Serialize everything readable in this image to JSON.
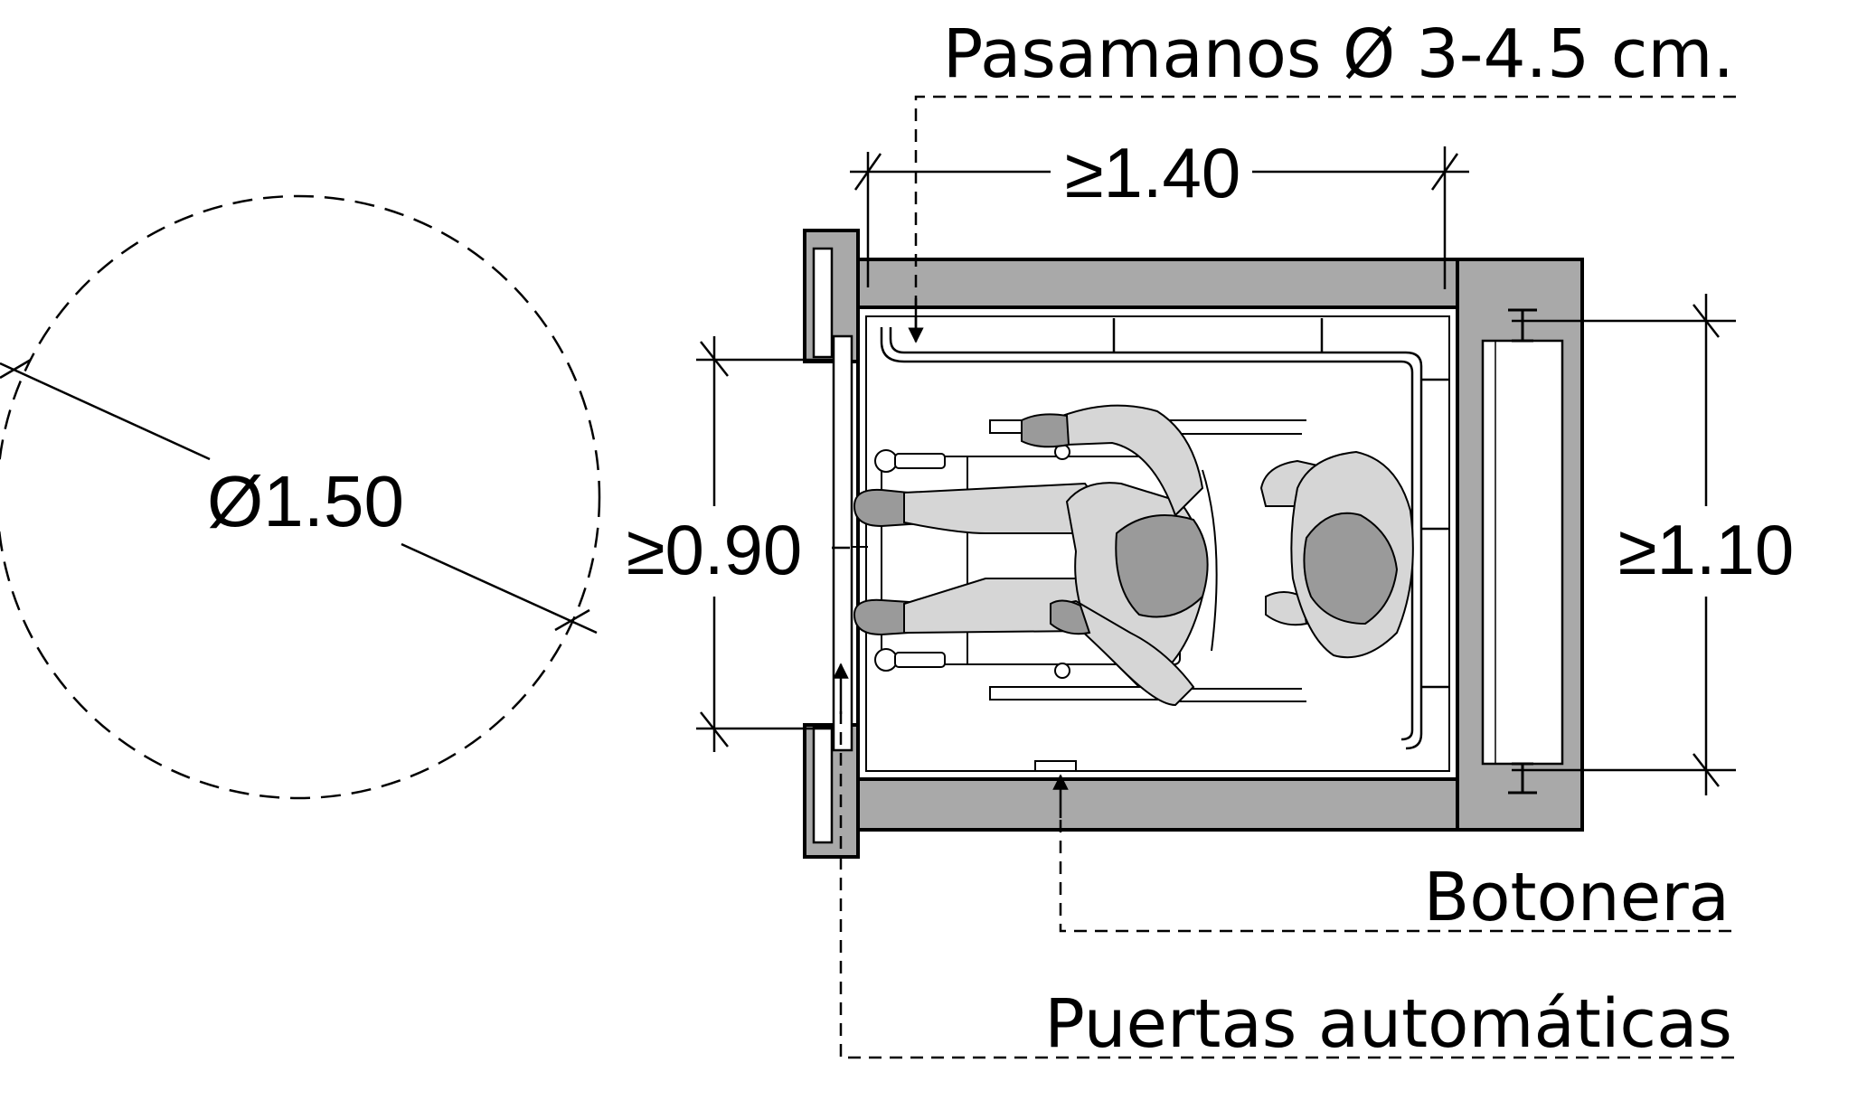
{
  "dimensions": {
    "turning_circle": "Ø1.50",
    "door_width": "≥0.90",
    "cabin_length": "≥1.40",
    "cabin_width": "≥1.10"
  },
  "callouts": {
    "handrail": "Pasamanos Ø 3-4.5 cm.",
    "button_panel": "Botonera",
    "automatic_doors": "Puertas automáticas"
  },
  "colors": {
    "wall": "#a9a9a9",
    "figure": "#d6d6d6",
    "figure_dark": "#9a9a9a",
    "line": "#000000"
  }
}
